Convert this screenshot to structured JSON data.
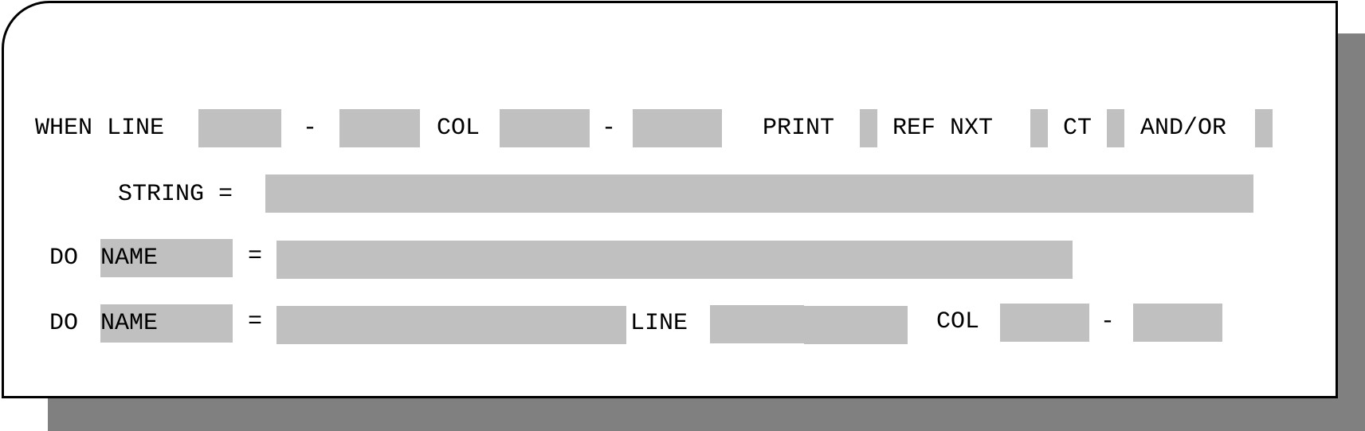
{
  "row1": {
    "when_line": "WHEN LINE",
    "dash1": "-",
    "col": "COL",
    "dash2": "-",
    "print": "PRINT",
    "ref_nxt": "REF NXT",
    "ct": "CT",
    "and_or": "AND/OR"
  },
  "row2": {
    "string_label": "STRING ="
  },
  "row3": {
    "do_label": "DO",
    "name": "NAME",
    "eq": "="
  },
  "row4": {
    "do_label": "DO",
    "name": "NAME",
    "eq": "=",
    "line": "LINE",
    "col": "COL",
    "dash": "-"
  },
  "colors": {
    "field": "#c0c0c0",
    "shadow": "#808080",
    "border": "#000000"
  }
}
